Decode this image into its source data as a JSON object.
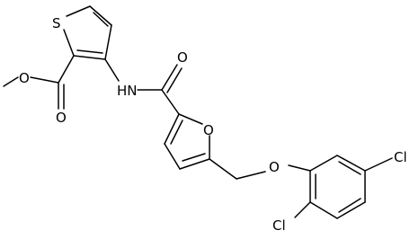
{
  "molecule": {
    "atom_labels": {
      "S": "S",
      "O_ester_single": "O",
      "O_ester_carbonyl": "O",
      "NH": "HN",
      "O_amide": "O",
      "O_furan": "O",
      "O_ether": "O",
      "Cl_upper": "Cl",
      "Cl_lower": "Cl"
    }
  }
}
